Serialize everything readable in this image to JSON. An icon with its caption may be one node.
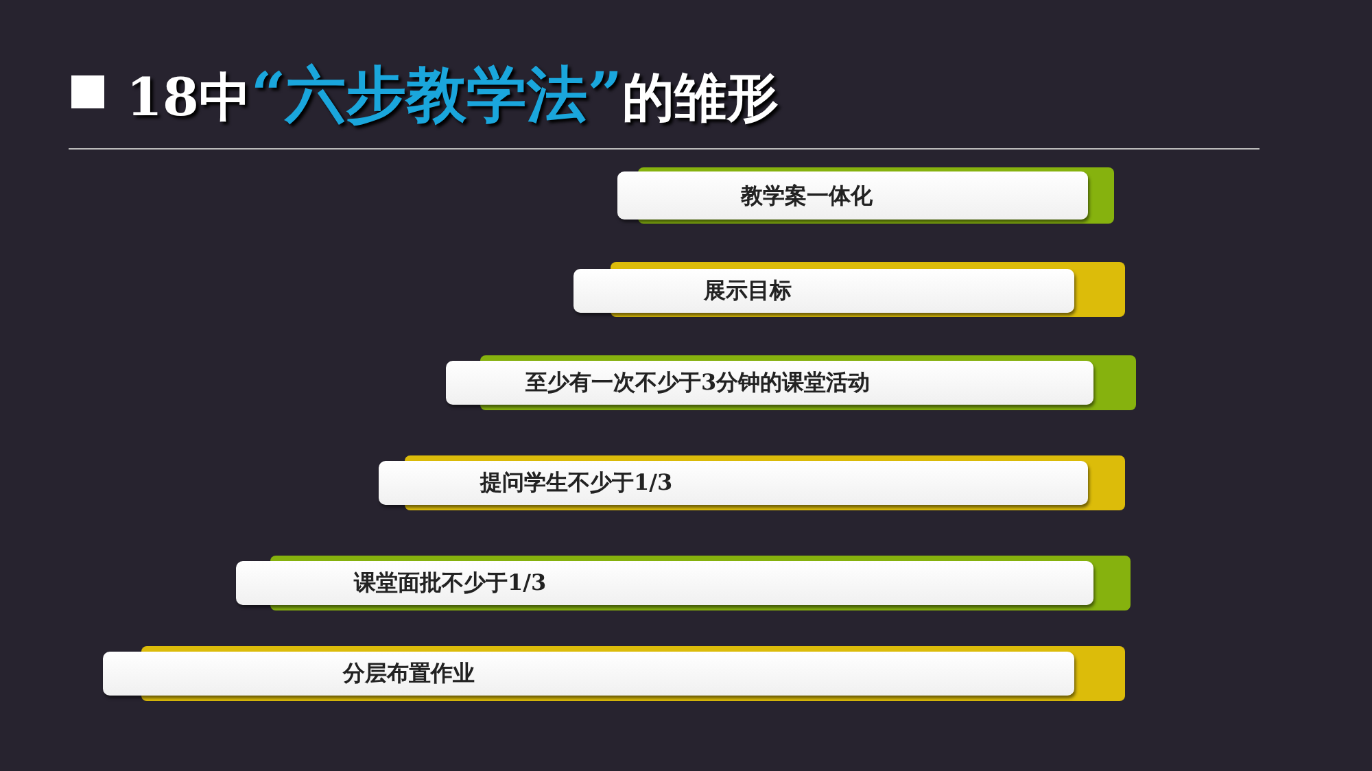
{
  "diagram": {
    "title": "18中“六步教学法”的雏形",
    "nodes": [
      {
        "text": [
          "教学案一体化"
        ]
      },
      {
        "text": [
          "展示目标"
        ]
      },
      {
        "text": [
          "至少有一次不少于3分钟的课堂活动"
        ]
      },
      {
        "text": [
          "提问学生不少于1/3"
        ]
      },
      {
        "text": [
          "课堂面批不少于1/3"
        ]
      },
      {
        "text": [
          "分层布置作业"
        ]
      }
    ]
  }
}
